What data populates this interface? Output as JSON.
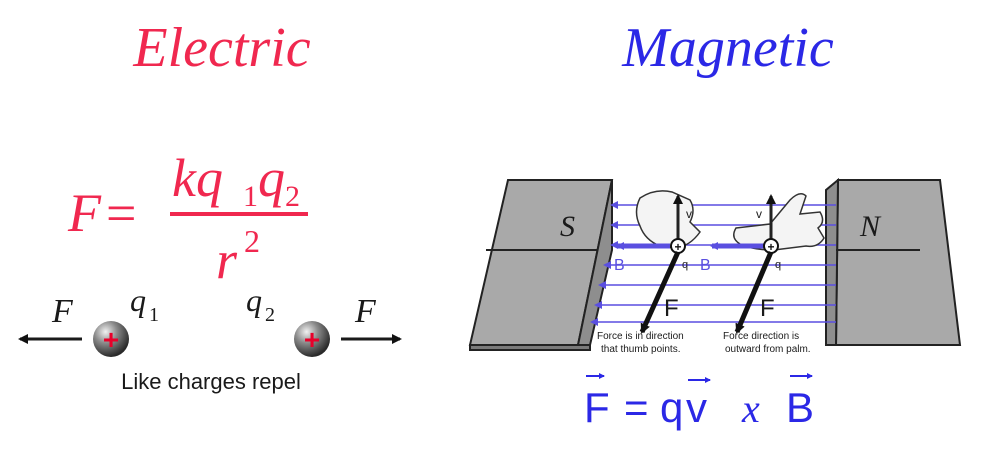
{
  "colors": {
    "electric": "#f0284f",
    "magnetic": "#2b28e6",
    "force_arrow": "#1a1a1a",
    "magnet_face": "#bdbdbd",
    "field_line": "#5a4fe0"
  },
  "electric": {
    "heading": "Electric",
    "formula": {
      "lhs": "F",
      "equals": "=",
      "numerator_k": "kq",
      "sub1": "1",
      "numerator_q2": "q",
      "sub2": "2",
      "denominator_r": "r",
      "exponent": "2"
    },
    "left_force_label": "F",
    "right_force_label": "F",
    "charge1": {
      "symbol": "q",
      "subscript": "1",
      "sign": "+"
    },
    "charge2": {
      "symbol": "q",
      "subscript": "2",
      "sign": "+"
    },
    "caption": "Like charges repel"
  },
  "magnetic": {
    "heading": "Magnetic",
    "south_pole": "S",
    "north_pole": "N",
    "left_hand": {
      "velocity": "v",
      "field": "B",
      "charge": "q",
      "force": "F",
      "note_line1": "Force is in direction",
      "note_line2": "that thumb points."
    },
    "right_hand": {
      "velocity": "v",
      "field": "B",
      "charge": "q",
      "force": "F",
      "note_line1": "Force direction is",
      "note_line2": "outward from palm."
    },
    "formula": {
      "F": "F",
      "equals": "=",
      "q": "q",
      "v": "v",
      "cross": "x",
      "B": "B"
    }
  }
}
